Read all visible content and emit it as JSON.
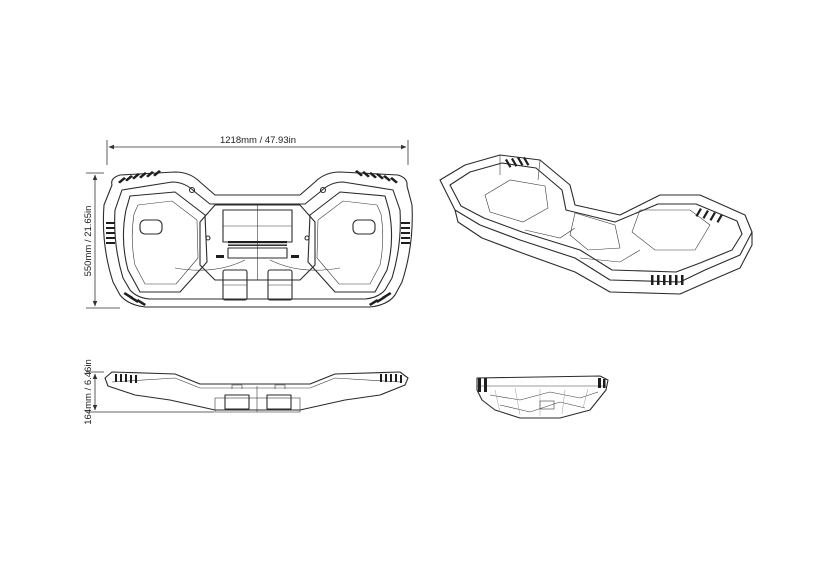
{
  "dimensions": {
    "width_label": "1218mm / 47.93in",
    "depth_label": "550mm / 21.65in",
    "height_label": "164mm / 6.46in"
  },
  "views": [
    "top-view",
    "isometric-view",
    "front-view",
    "side-view"
  ],
  "colors": {
    "line": "#2b2b2b",
    "background": "#ffffff"
  }
}
